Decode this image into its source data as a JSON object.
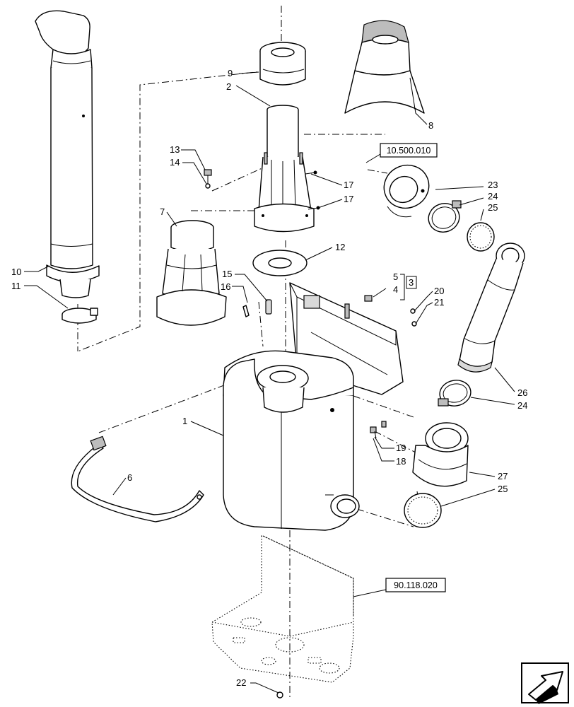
{
  "callouts": {
    "c1": "1",
    "c2": "2",
    "c3": "3",
    "c4": "4",
    "c5": "5",
    "c6": "6",
    "c7": "7",
    "c8": "8",
    "c9": "9",
    "c10": "10",
    "c11": "11",
    "c12": "12",
    "c13": "13",
    "c14": "14",
    "c15": "15",
    "c16": "16",
    "c17a": "17",
    "c17b": "17",
    "c18": "18",
    "c19": "19",
    "c20": "20",
    "c21": "21",
    "c22": "22",
    "c23": "23",
    "c24a": "24",
    "c24b": "24",
    "c25a": "25",
    "c25b": "25",
    "c26": "26",
    "c27": "27"
  },
  "references": {
    "ref_top": "10.500.010",
    "ref_bottom": "90.118.020"
  },
  "icons": {
    "nav": "next-page-arrow-icon"
  }
}
